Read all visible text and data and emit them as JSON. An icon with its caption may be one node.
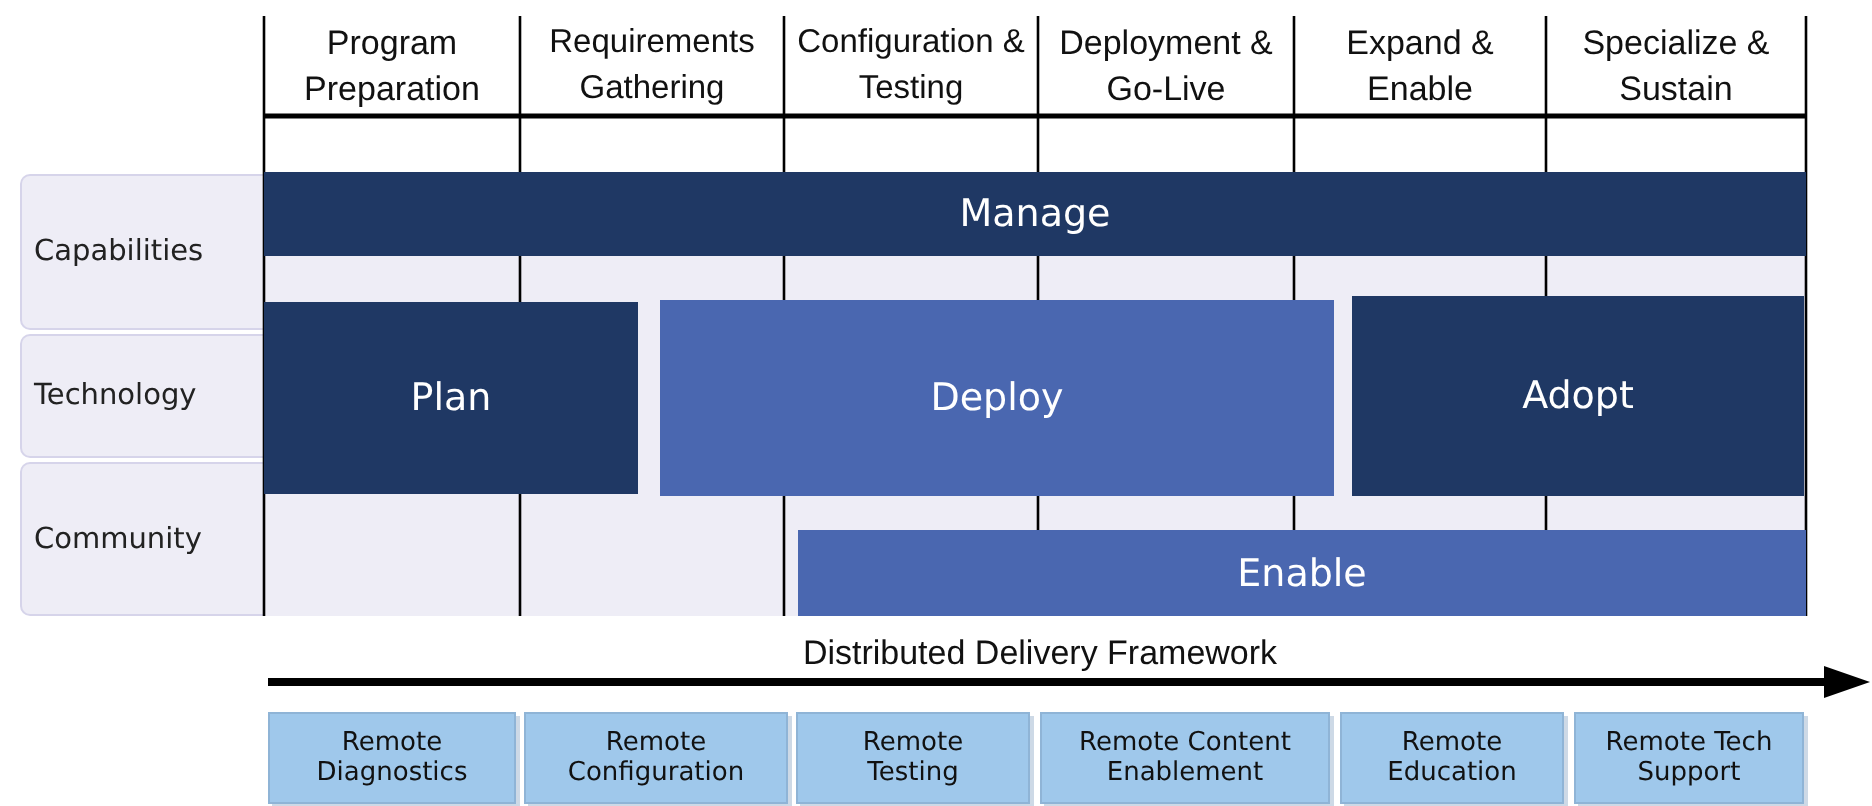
{
  "diagram": {
    "nodes": [
      {
        "text": [
          "Capabilities"
        ]
      },
      {
        "text": [
          "Technology"
        ]
      },
      {
        "text": [
          "Community"
        ]
      },
      {
        "text": [
          "Manage"
        ]
      },
      {
        "text": [
          "Plan"
        ]
      },
      {
        "text": [
          "Deploy"
        ]
      },
      {
        "text": [
          "Adopt"
        ]
      },
      {
        "text": [
          "Enable"
        ]
      },
      {
        "text": [
          "Remote Diagnostics"
        ]
      },
      {
        "text": [
          "Remote Configuration"
        ]
      },
      {
        "text": [
          "Remote Testing"
        ]
      },
      {
        "text": [
          "Remote Content Enablement"
        ]
      },
      {
        "text": [
          "Remote Education"
        ]
      },
      {
        "text": [
          "Remote Tech Support"
        ]
      }
    ],
    "edges": [],
    "labels": [
      "Program Preparation",
      "Requirements Gathering",
      "Configuration & Testing",
      "Deployment & Go-Live",
      "Expand & Enable",
      "Specialize & Sustain",
      "Distributed Delivery Framework"
    ]
  }
}
